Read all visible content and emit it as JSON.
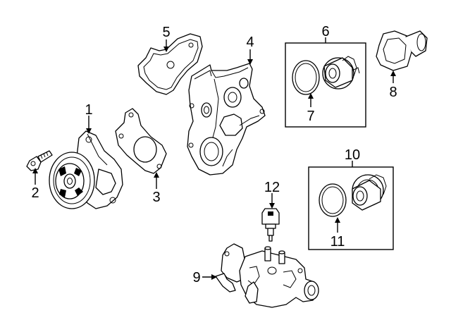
{
  "diagram": {
    "callouts": [
      {
        "id": "1",
        "label": "1"
      },
      {
        "id": "2",
        "label": "2"
      },
      {
        "id": "3",
        "label": "3"
      },
      {
        "id": "4",
        "label": "4"
      },
      {
        "id": "5",
        "label": "5"
      },
      {
        "id": "6",
        "label": "6"
      },
      {
        "id": "7",
        "label": "7"
      },
      {
        "id": "8",
        "label": "8"
      },
      {
        "id": "9",
        "label": "9"
      },
      {
        "id": "10",
        "label": "10"
      },
      {
        "id": "11",
        "label": "11"
      },
      {
        "id": "12",
        "label": "12"
      }
    ],
    "parts": [
      "water-pump",
      "bolt",
      "pump-gasket",
      "water-pump-housing",
      "housing-gasket",
      "thermostat-kit-upper",
      "upper-o-ring",
      "water-outlet",
      "thermostat-housing",
      "thermostat-kit-lower",
      "lower-o-ring",
      "temperature-sensor"
    ]
  }
}
